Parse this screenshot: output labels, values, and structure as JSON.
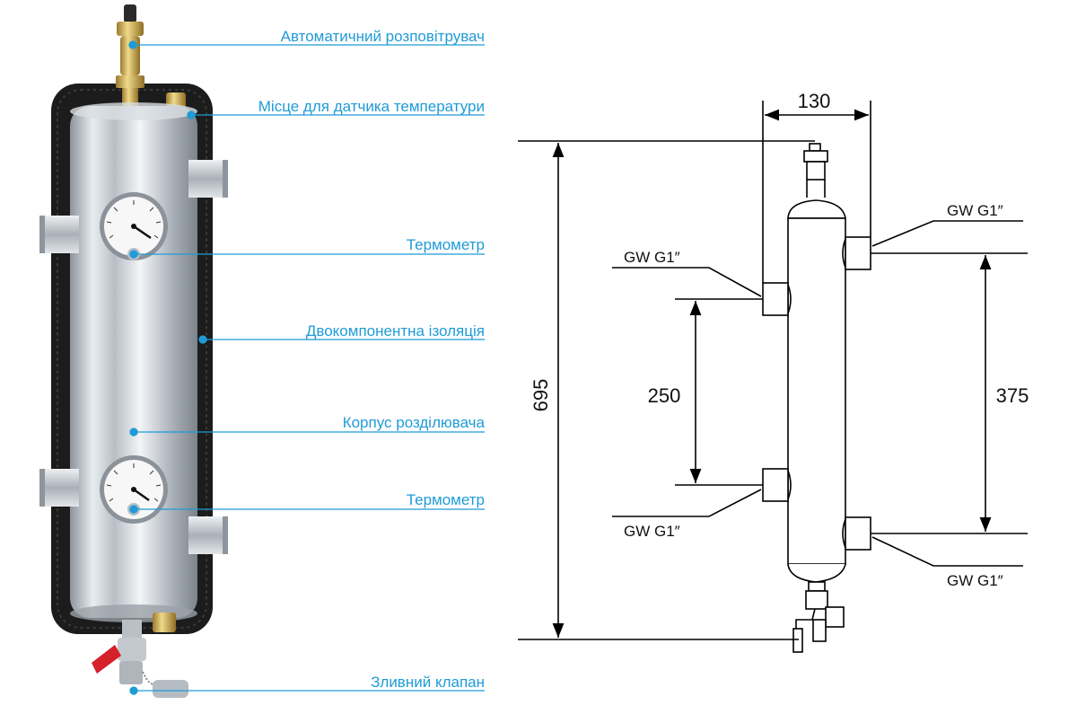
{
  "colors": {
    "accent": "#1f9bd7",
    "label_text": "#1f9bd7",
    "drawing_line": "#000000",
    "insulation": "#1c1c1c",
    "steel": "#c9cfd6",
    "brass": "#c9a64a",
    "valve_handle": "#d6202a"
  },
  "callouts": [
    {
      "id": "air-vent",
      "text": "Автоматичний розповітрувач"
    },
    {
      "id": "temp-sensor-place",
      "text": "Місце для датчика температури"
    },
    {
      "id": "thermometer-top",
      "text": "Термометр"
    },
    {
      "id": "insulation",
      "text": "Двокомпонентна ізоляція"
    },
    {
      "id": "body",
      "text": "Корпус розділювача"
    },
    {
      "id": "thermometer-bottom",
      "text": "Термометр"
    },
    {
      "id": "drain-valve",
      "text": "Зливний клапан"
    }
  ],
  "dimensions": {
    "width": "130",
    "height": "695",
    "left_spacing": "250",
    "right_spacing": "375"
  },
  "connections": {
    "right_top": "GW G1″",
    "left_top": "GW G1″",
    "left_bottom": "GW G1″",
    "right_bottom": "GW G1″"
  },
  "icons": {
    "thermometer": "thermometer-icon",
    "vent": "air-vent-icon",
    "valve": "drain-valve-icon"
  }
}
